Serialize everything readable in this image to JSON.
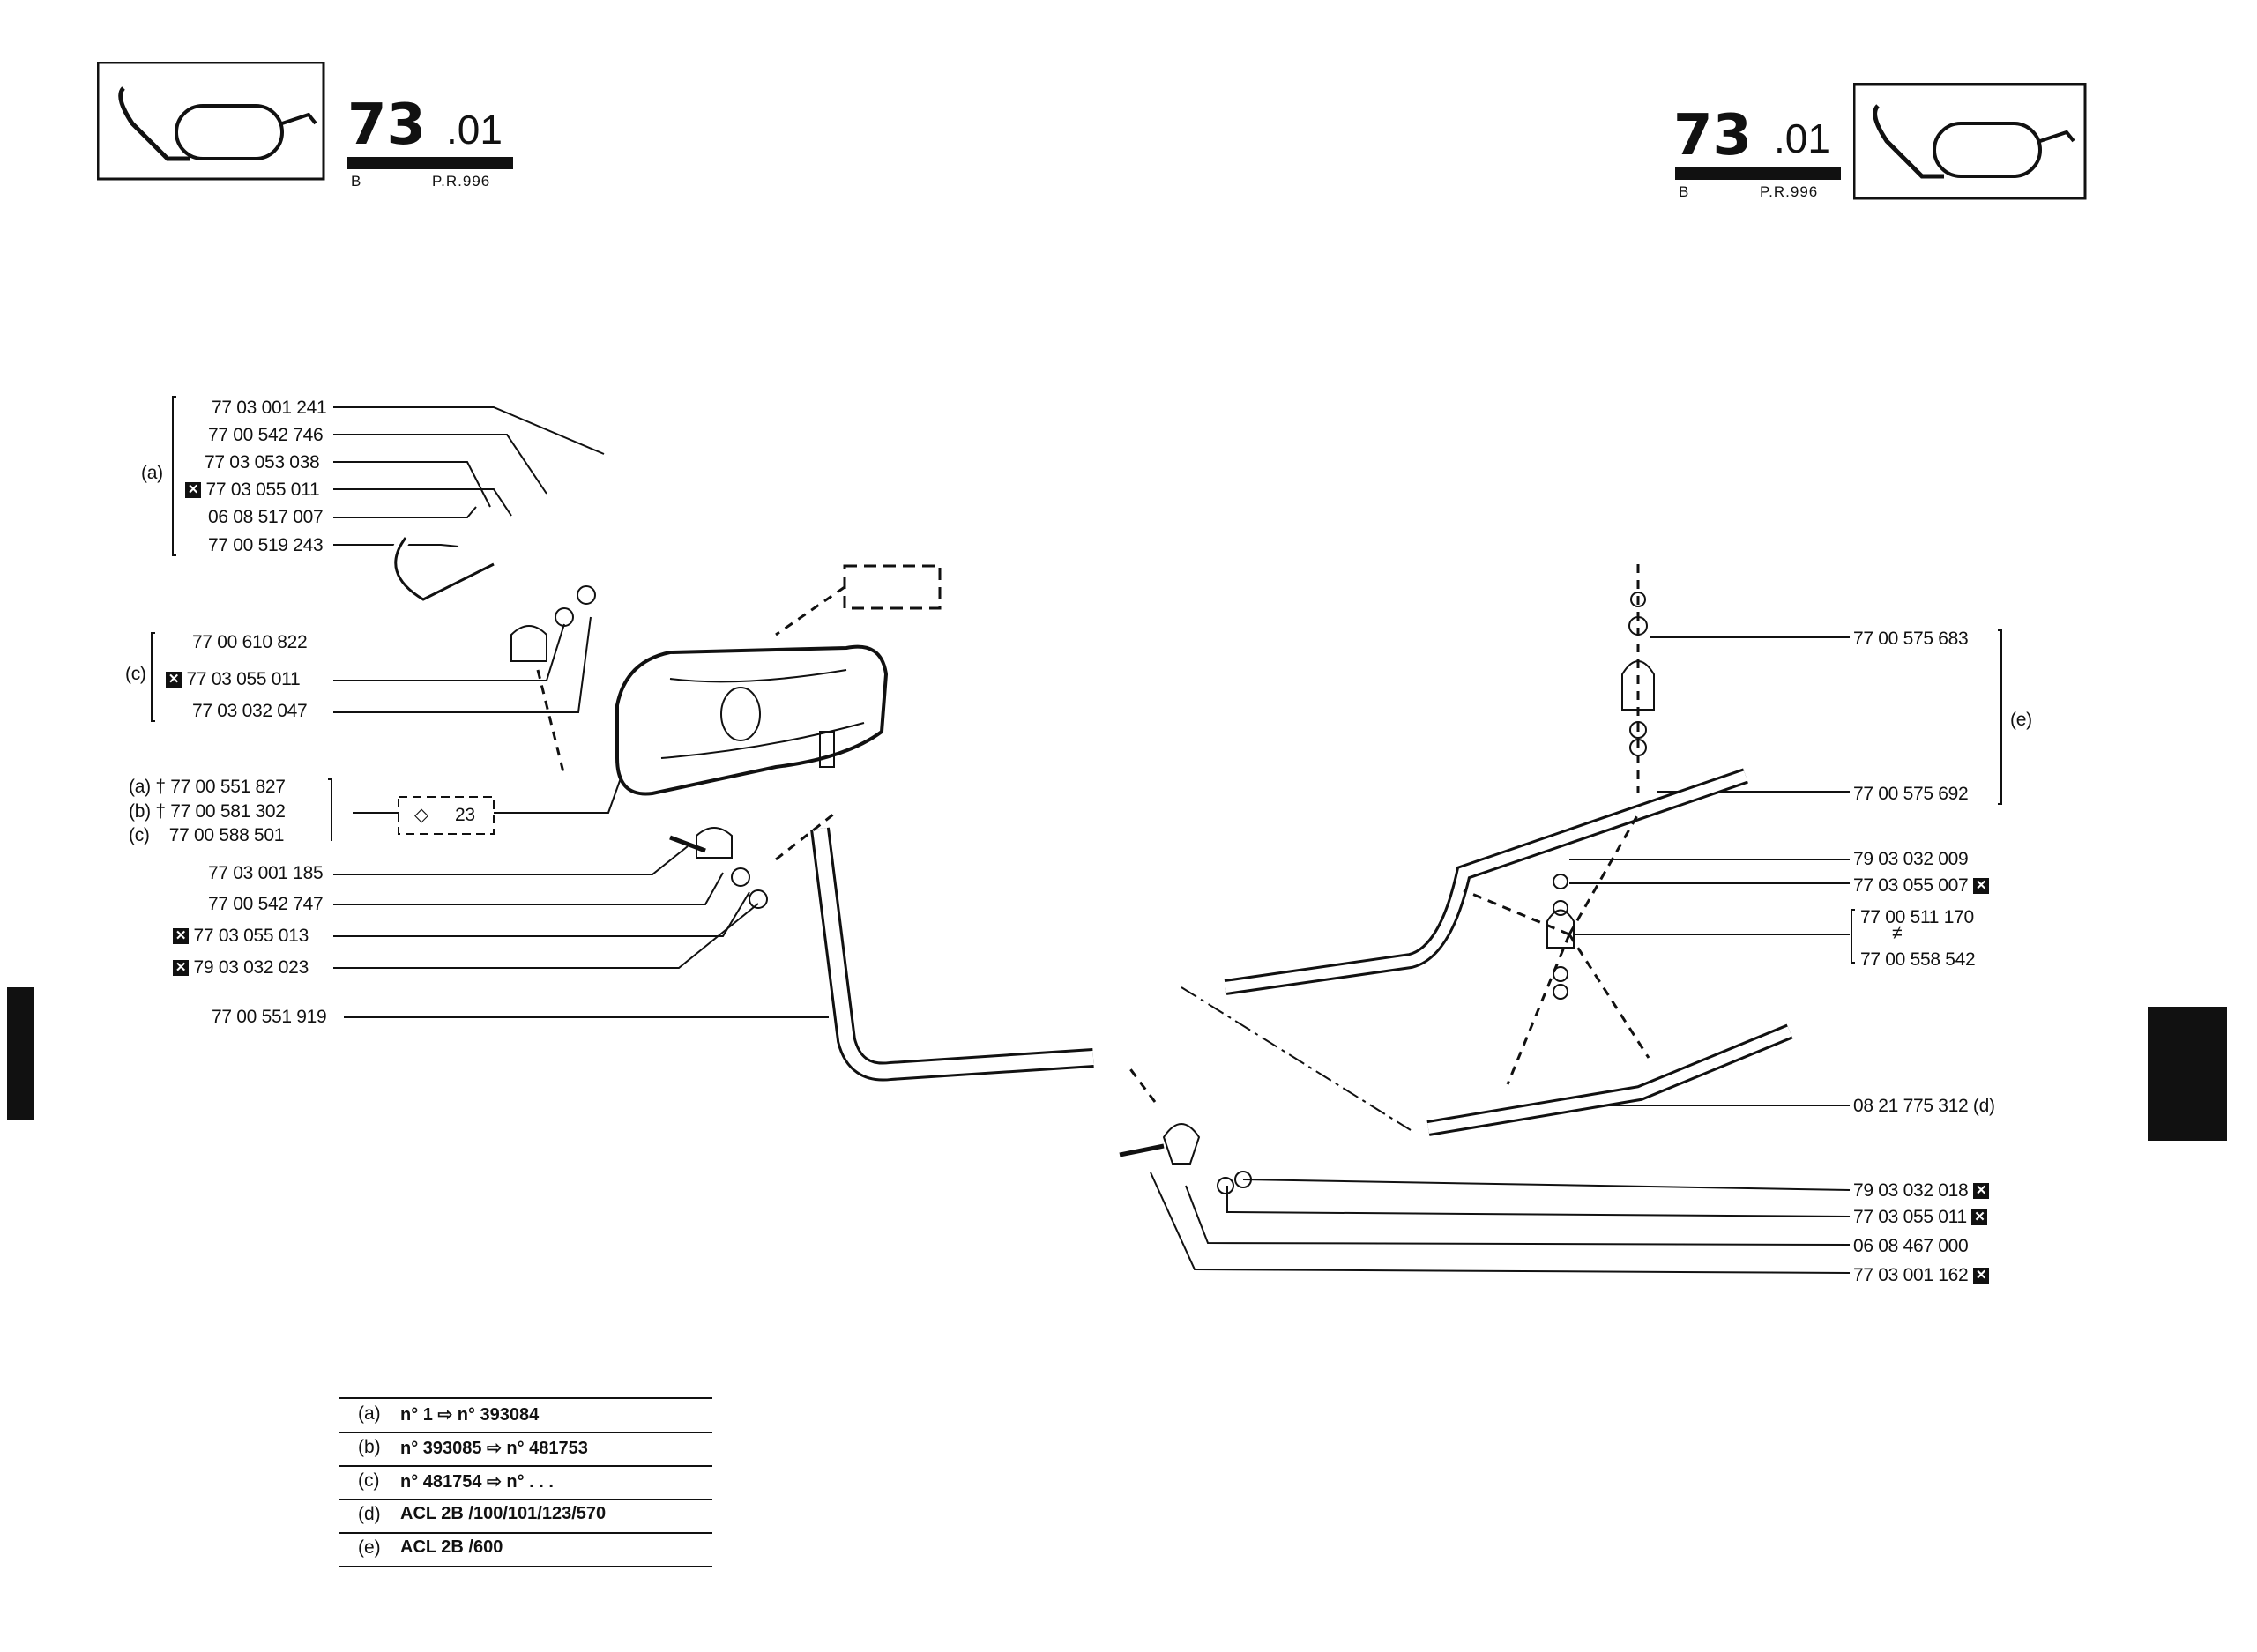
{
  "header": {
    "left": {
      "section": "73",
      "sub": ".01",
      "code": "B",
      "pr": "P.R.996"
    },
    "right": {
      "section": "73",
      "sub": ".01",
      "code": "B",
      "pr": "P.R.996"
    }
  },
  "callouts": {
    "a_group_label": "(a)",
    "c_group_label": "(c)",
    "e_group_label": "(e)",
    "l1": "77 03 001 241",
    "l2": "77 00 542 746",
    "l3": "77 03 053 038",
    "l4": "77 03 055 011",
    "l5": "06 08 517 007",
    "l6": "77 00 519 243",
    "l7": "77 00 610 822",
    "l8": "77 03 055 011",
    "l9": "77 03 032 047",
    "l10a_key": "(a)",
    "l10a": "77 00 551 827",
    "l10b_key": "(b)",
    "l10b": "77 00 581 302",
    "l10c_key": "(c)",
    "l10c": "77 00 588 501",
    "ref_box": "23",
    "l11": "77 03 001 185",
    "l12": "77 00 542 747",
    "l13": "77 03 055 013",
    "l14": "79 03 032 023",
    "l15": "77 00 551 919",
    "r1": "77 00 575 683",
    "r2": "77 00 575 692",
    "r3": "79 03 032 009",
    "r4": "77 03 055 007",
    "r5a": "77 00 511 170",
    "r5b": "77 00 558 542",
    "r6": "08 21 775 312 (d)",
    "r7": "79 03 032 018",
    "r8": "77 03 055 011",
    "r9": "06 08 467 000",
    "r10": "77 03 001 162"
  },
  "legend": [
    {
      "key": "(a)",
      "text": "n° 1 ⇨ n° 393084"
    },
    {
      "key": "(b)",
      "text": "n° 393085 ⇨ n° 481753"
    },
    {
      "key": "(c)",
      "text": "n° 481754 ⇨ n° . . ."
    },
    {
      "key": "(d)",
      "text": "ACL 2B /100/101/123/570"
    },
    {
      "key": "(e)",
      "text": "ACL 2B /600"
    }
  ],
  "icons": [
    "exhaust-muffler-icon",
    "crossed-box-icon",
    "dagger-icon",
    "diamond-icon"
  ]
}
